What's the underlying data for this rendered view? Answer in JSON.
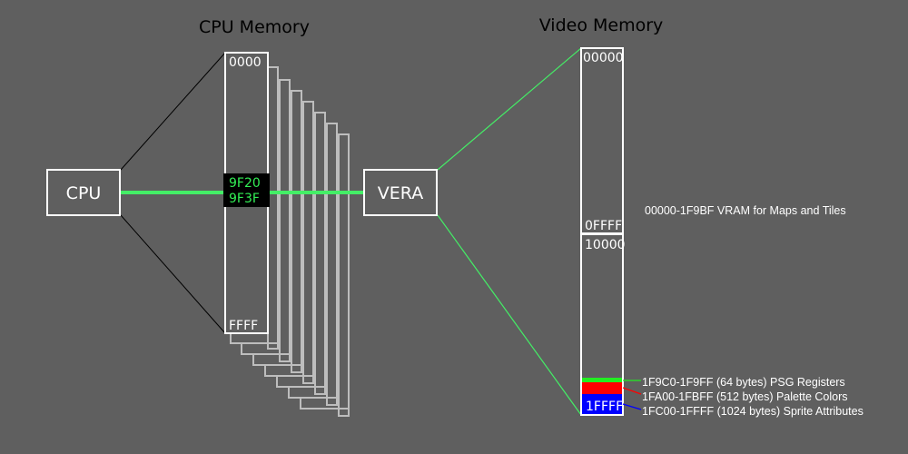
{
  "cpu_memory": {
    "title": "CPU Memory",
    "start": "0000",
    "end": "FFFF",
    "io_start": "9F20",
    "io_end": "9F3F"
  },
  "video_memory": {
    "title": "Video Memory",
    "bank0_start": "00000",
    "bank0_end": "0FFFF",
    "bank1_start": "10000",
    "bank1_end": "1FFFF"
  },
  "blocks": {
    "cpu": "CPU",
    "vera": "VERA"
  },
  "annotations": {
    "vram": "00000-1F9BF VRAM for Maps and Tiles",
    "psg": "1F9C0-1F9FF (64 bytes) PSG Registers",
    "palette": "1FA00-1FBFF (512 bytes) Palette Colors",
    "sprites": "1FC00-1FFFF (1024 bytes) Sprite Attributes"
  },
  "colors": {
    "background": "#5f5f5f",
    "bus": "#44ee66",
    "psg": "#22ee22",
    "palette": "#ff0000",
    "sprites": "#0000ff"
  }
}
